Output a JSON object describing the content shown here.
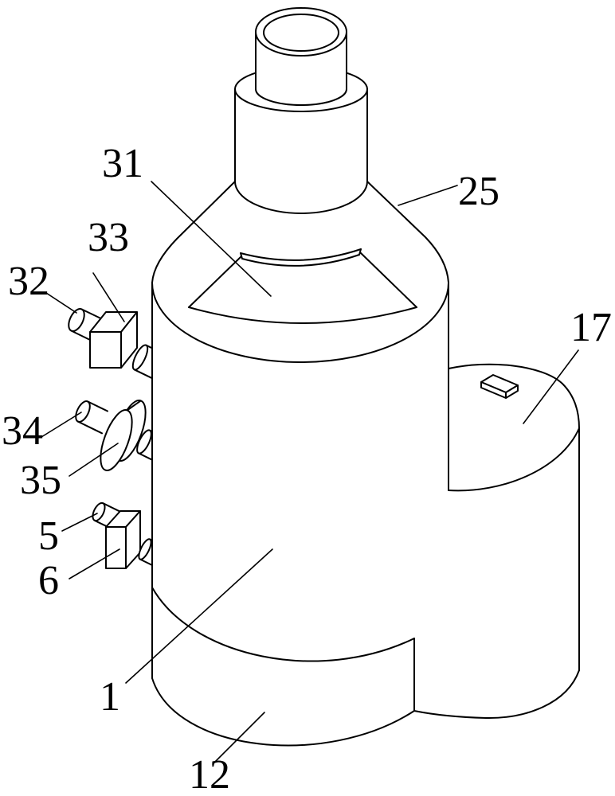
{
  "reference_numerals": [
    "31",
    "25",
    "33",
    "32",
    "17",
    "34",
    "35",
    "5",
    "6",
    "1",
    "12"
  ],
  "colors": {
    "line": "#000000",
    "background": "#ffffff"
  }
}
